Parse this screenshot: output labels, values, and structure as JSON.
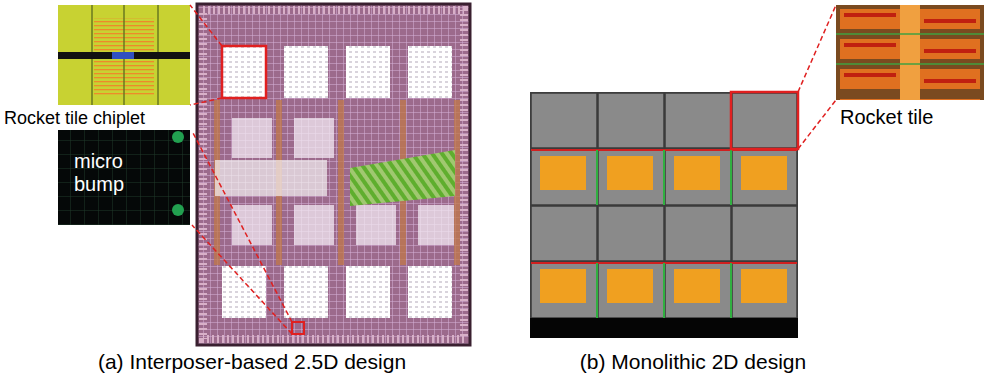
{
  "diagram": {
    "nodes": [
      {
        "text": [
          "Rocket tile chiplet"
        ]
      },
      {
        "text": [
          "micro bump"
        ]
      },
      {
        "text": [
          "Rocket tile"
        ]
      }
    ],
    "labels": [
      "(a) Interposer-based 2.5D design",
      "(b) Monolithic 2D design"
    ]
  }
}
